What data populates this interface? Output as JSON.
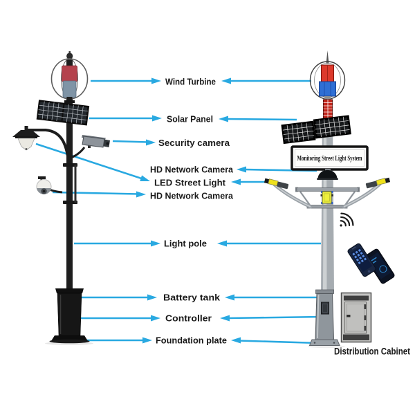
{
  "diagram": {
    "kind": "solar-wind street light system labeled diagram"
  },
  "labels": {
    "wind_turbine": "Wind Turbine",
    "solar_panel": "Solar Panel",
    "security_camera": "Security camera",
    "hd_network_camera_top": "HD Network Camera",
    "led_street_light": "LED Street Light",
    "hd_network_camera_bottom": "HD Network Camera",
    "light_pole": "Light pole",
    "battery_tank": "Battery tank",
    "controller": "Controller",
    "foundation_plate": "Foundation plate",
    "distribution_cabinet": "Distribution Cabinet"
  },
  "sign": {
    "text": "Monitoring Street Light System"
  },
  "colors": {
    "arrow": "#29a9e1",
    "label_text": "#1a1a1a",
    "left_turbine_red": "#b4424d",
    "left_turbine_blue": "#7f94a6",
    "right_turbine_red": "#dd3a2c",
    "right_turbine_blue": "#2f6fd4",
    "lamp_yellow": "#efe11c",
    "left_pole": "#1e1e1e",
    "right_pole": "#a6acb1"
  }
}
